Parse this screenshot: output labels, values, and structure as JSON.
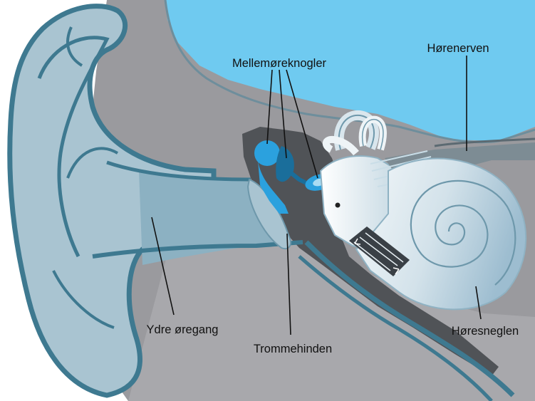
{
  "colors": {
    "sky": "#6fcaf0",
    "head": "#9a9a9e",
    "ear_light": "#a9c4d1",
    "ear_mid": "#8cb1c2",
    "ear_outline": "#3e7990",
    "cavity": "#505357",
    "ossicle": "#2ba1de",
    "ossicle_dark": "#1a6e9b",
    "cochlea_light": "#e8f0f4",
    "cochlea_blue": "#a4c3d6"
  },
  "labels": {
    "ossicles": "Mellemøreknogler",
    "auditory_nerve": "Hørenerven",
    "ear_canal": "Ydre øregang",
    "eardrum": "Trommehinden",
    "cochlea": "Høresneglen"
  }
}
